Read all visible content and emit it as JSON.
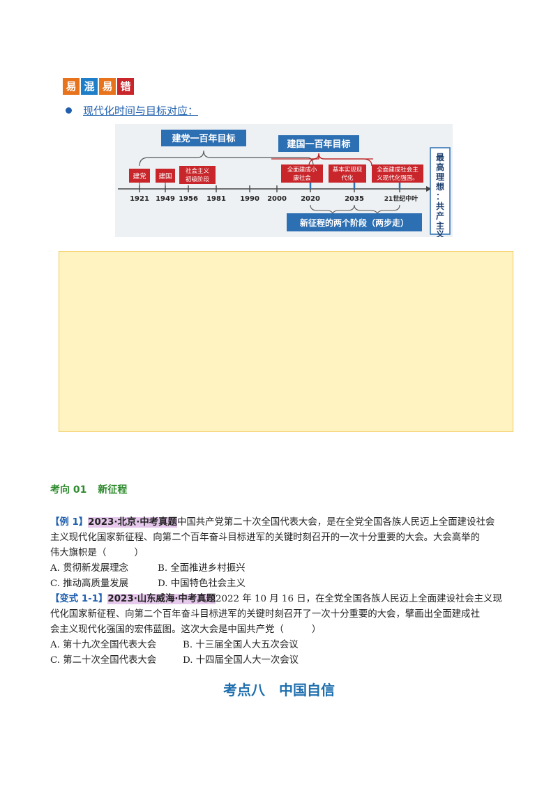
{
  "badge": [
    "易",
    "混",
    "易",
    "错"
  ],
  "bullet": "现代化时间与目标对应：",
  "timeline": {
    "top_goals": [
      "建党一百年目标",
      "建国一百年目标"
    ],
    "events": [
      "建党",
      "建国",
      "社会主义初级阶段",
      "全面建成小康社会",
      "基本实现现代化",
      "全面建成社会主义现代化强国。"
    ],
    "years": [
      "1921",
      "1949",
      "1956",
      "1981",
      "1990",
      "2000",
      "2020",
      "2035",
      "21世纪中叶"
    ],
    "stages": "新征程的两个阶段（两步走）",
    "ideal": "最高理想：共产主义"
  },
  "section": {
    "number": "考向 01",
    "title": "新征程"
  },
  "example1": {
    "tag": "【例 1】",
    "source": "2023·北京·中考真题",
    "line1": "中国共产党第二十次全国代表大会，是在全党全国各族人民迈上全面建设社会",
    "line2": "主义现代化国家新征程、向第二个百年奋斗目标进军的关键时刻召开的一次十分重要的大会。大会高举的",
    "line3": "伟大旗帜是（　　　）",
    "options": [
      "A. 贯彻新发展理念",
      "B. 全面推进乡村振兴",
      "C. 推动高质量发展",
      "D. 中国特色社会主义"
    ]
  },
  "variant1": {
    "tag": "【变式 1-1】",
    "source": "2023·山东威海·中考真题",
    "line1": "2022 年 10 月 16 日，在全党全国各族人民迈上全面建设社会主义现",
    "line2": "代化国家新征程、向第二个百年奋斗目标进军的关键时刻召开了一次十分重要的大会，擘画出全面建成社",
    "line3": "会主义现代化强国的宏伟蓝图。这次大会是中国共产党（　　　）",
    "options": [
      "A. 第十九次全国代表大会",
      "B. 十三届全国人大五次会议",
      "C. 第二十次全国代表大会",
      "D. 十四届全国人大一次会议"
    ]
  },
  "heading": "考点八　中国自信"
}
